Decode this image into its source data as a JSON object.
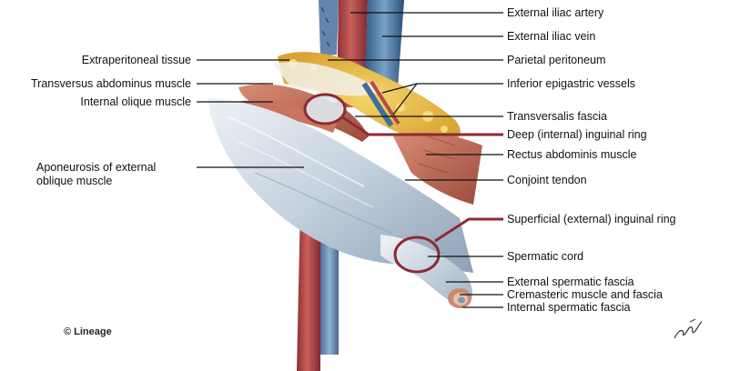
{
  "labels_right": [
    {
      "id": "external-iliac-artery",
      "text": "External iliac artery"
    },
    {
      "id": "external-iliac-vein",
      "text": "External iliac vein"
    },
    {
      "id": "parietal-peritoneum",
      "text": "Parietal peritoneum"
    },
    {
      "id": "inferior-epigastric-vessels",
      "text": "Inferior epigastric vessels"
    },
    {
      "id": "transversalis-fascia",
      "text": "Transversalis fascia"
    },
    {
      "id": "deep-inguinal-ring",
      "text": "Deep (internal) inguinal ring"
    },
    {
      "id": "rectus-abdominis-muscle",
      "text": "Rectus abdominis muscle"
    },
    {
      "id": "conjoint-tendon",
      "text": "Conjoint tendon"
    },
    {
      "id": "superficial-inguinal-ring",
      "text": "Superficial (external) inguinal ring"
    },
    {
      "id": "spermatic-cord",
      "text": "Spermatic cord"
    },
    {
      "id": "external-spermatic-fascia",
      "text": "External spermatic fascia"
    },
    {
      "id": "cremasteric-muscle-fascia",
      "text": "Cremasteric muscle and fascia"
    },
    {
      "id": "internal-spermatic-fascia",
      "text": "Internal spermatic fascia"
    }
  ],
  "labels_left": [
    {
      "id": "extraperitoneal-tissue",
      "text": "Extraperitoneal tissue"
    },
    {
      "id": "transversus-abdominus-muscle",
      "text": "Transversus abdominus muscle"
    },
    {
      "id": "internal-olique-muscle",
      "text": "Internal olique muscle"
    },
    {
      "id": "aponeurosis-external-oblique",
      "text": "Aponeurosis of external oblique muscle"
    }
  ],
  "copyright": "© Lineage",
  "colors": {
    "ring_highlight": "#8e2a35",
    "leader_line": "#111111",
    "artery": "#b5484a",
    "vein": "#3f6f9e",
    "fat": "#e9bd45",
    "muscle": "#b8604e",
    "aponeurosis": "#c9d4e0"
  }
}
